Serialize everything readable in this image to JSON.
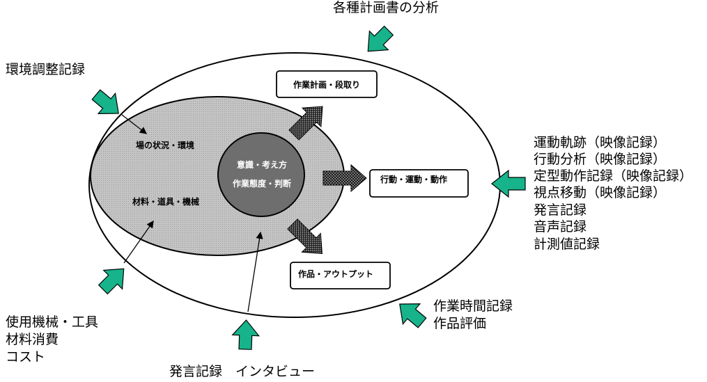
{
  "colors": {
    "arrow_green": "#17b38a",
    "inner_ellipse": "#c4c4c4",
    "core_circle": "#6e6e6e"
  },
  "labels": {
    "top": "各種計画書の分析",
    "left_top": "環境調整記録",
    "left_bottom": [
      "使用機械・工具",
      "材料消費",
      "コスト"
    ],
    "bottom": "発言記録　インタビュー",
    "right": [
      "運動軌跡（映像記録）",
      "行動分析（映像記録）",
      "定型動作記録（映像記録）",
      "視点移動（映像記録）",
      "発言記録",
      "音声記録",
      "計測値記録"
    ],
    "bottom_right": [
      "作業時間記録",
      "作品評価"
    ]
  },
  "inner": {
    "env": "場の状況・環境",
    "materials": "材料・道具・機械",
    "core_line1": "意識・考え方",
    "core_line2": "作業態度・判断"
  },
  "outputs": {
    "plan": "作業計画・段取り",
    "action": "行動・運動・動作",
    "product": "作品・アウトプット"
  }
}
